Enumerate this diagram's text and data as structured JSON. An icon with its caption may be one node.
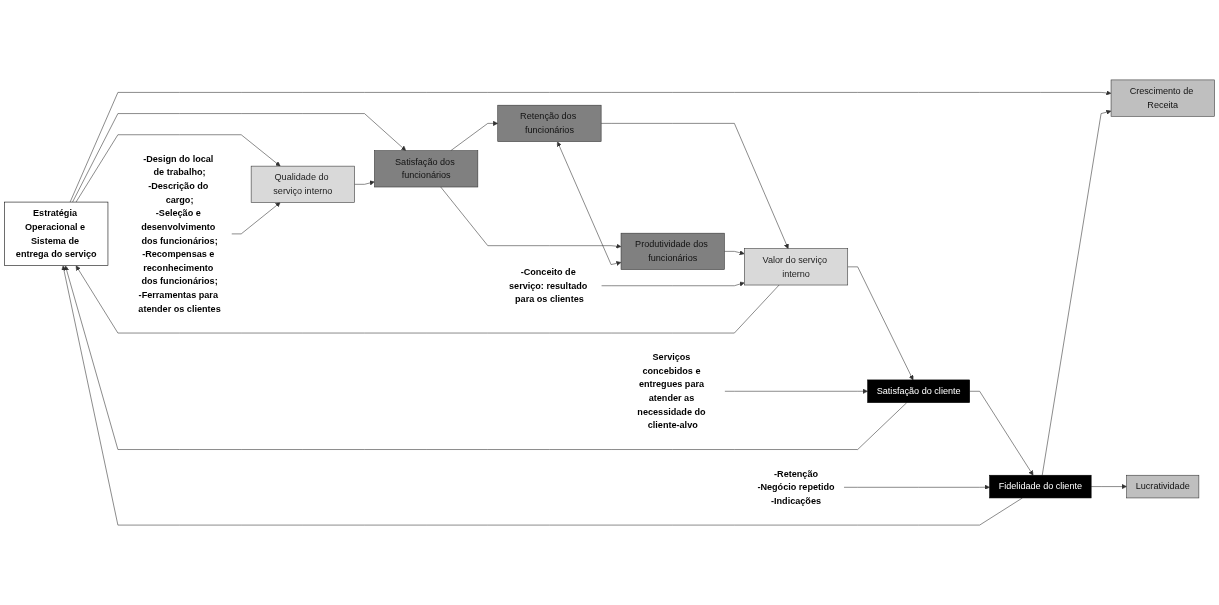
{
  "diagram": {
    "nodes": [
      {
        "text": [
          "Estratégia Operacional e Sistema de entrega do serviço"
        ]
      },
      {
        "text": [
          "Qualidade do serviço interno"
        ]
      },
      {
        "text": [
          "Satisfação dos funcionários"
        ]
      },
      {
        "text": [
          "Retenção dos funcionários"
        ]
      },
      {
        "text": [
          "Produtividade dos funcionários"
        ]
      },
      {
        "text": [
          "Valor do serviço interno"
        ]
      },
      {
        "text": [
          "Satisfação do cliente"
        ]
      },
      {
        "text": [
          "Fidelidade do cliente"
        ]
      },
      {
        "text": [
          "Crescimento de Receita"
        ]
      },
      {
        "text": [
          "Lucratividade"
        ]
      },
      {
        "text": [
          "-Design do local de trabalho;",
          "-Descrição do cargo;",
          "-Seleção e desenvolvimento dos funcionários;",
          "-Recompensas e reconhecimento dos funcionários;",
          "-Ferramentas para atender os clientes"
        ]
      },
      {
        "text": [
          "-Conceito de serviço: resultado para os clientes"
        ]
      },
      {
        "text": [
          "Serviços concebidos e entregues para atender as necessidade do cliente-alvo"
        ]
      },
      {
        "text": [
          "-Retenção",
          "-Negócio repetido",
          "-Indicações"
        ]
      }
    ],
    "edges": [
      {
        "from": 0,
        "to": 1,
        "arrow": "to"
      },
      {
        "from": 0,
        "to": 2,
        "arrow": "to"
      },
      {
        "from": 0,
        "to": 8,
        "arrow": "to"
      },
      {
        "from": 5,
        "to": 0,
        "arrow": "to"
      },
      {
        "from": 6,
        "to": 0,
        "arrow": "to"
      },
      {
        "from": 7,
        "to": 0,
        "arrow": "to"
      },
      {
        "from": 1,
        "to": 2,
        "arrow": "to"
      },
      {
        "from": 2,
        "to": 3,
        "arrow": "to"
      },
      {
        "from": 2,
        "to": 4,
        "arrow": "to"
      },
      {
        "from": 3,
        "to": 4,
        "arrow": "both"
      },
      {
        "from": 3,
        "to": 5,
        "arrow": "to"
      },
      {
        "from": 4,
        "to": 5,
        "arrow": "to"
      },
      {
        "from": 5,
        "to": 6,
        "arrow": "to"
      },
      {
        "from": 6,
        "to": 7,
        "arrow": "to"
      },
      {
        "from": 7,
        "to": 8,
        "arrow": "to"
      },
      {
        "from": 7,
        "to": 9,
        "arrow": "to"
      },
      {
        "from": 10,
        "to": 1,
        "arrow": "to"
      },
      {
        "from": 11,
        "to": 5,
        "arrow": "to"
      },
      {
        "from": 12,
        "to": 6,
        "arrow": "to"
      },
      {
        "from": 13,
        "to": 7,
        "arrow": "to"
      }
    ]
  }
}
